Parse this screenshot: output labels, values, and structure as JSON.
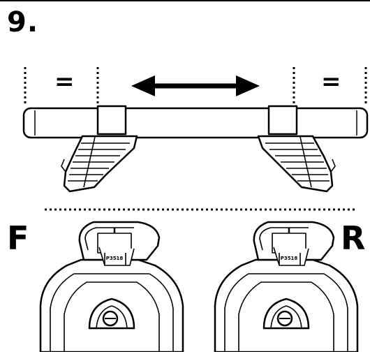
{
  "step": {
    "number": "9."
  },
  "spacing": {
    "left_marker": "=",
    "right_marker": "="
  },
  "sides": {
    "front_label": "F",
    "rear_label": "R"
  },
  "foot_labels": {
    "front": "P3518",
    "rear": "P3518"
  },
  "icons": {
    "adjust": "double-arrow-icon"
  },
  "colors": {
    "ink": "#000000",
    "paper": "#ffffff"
  }
}
